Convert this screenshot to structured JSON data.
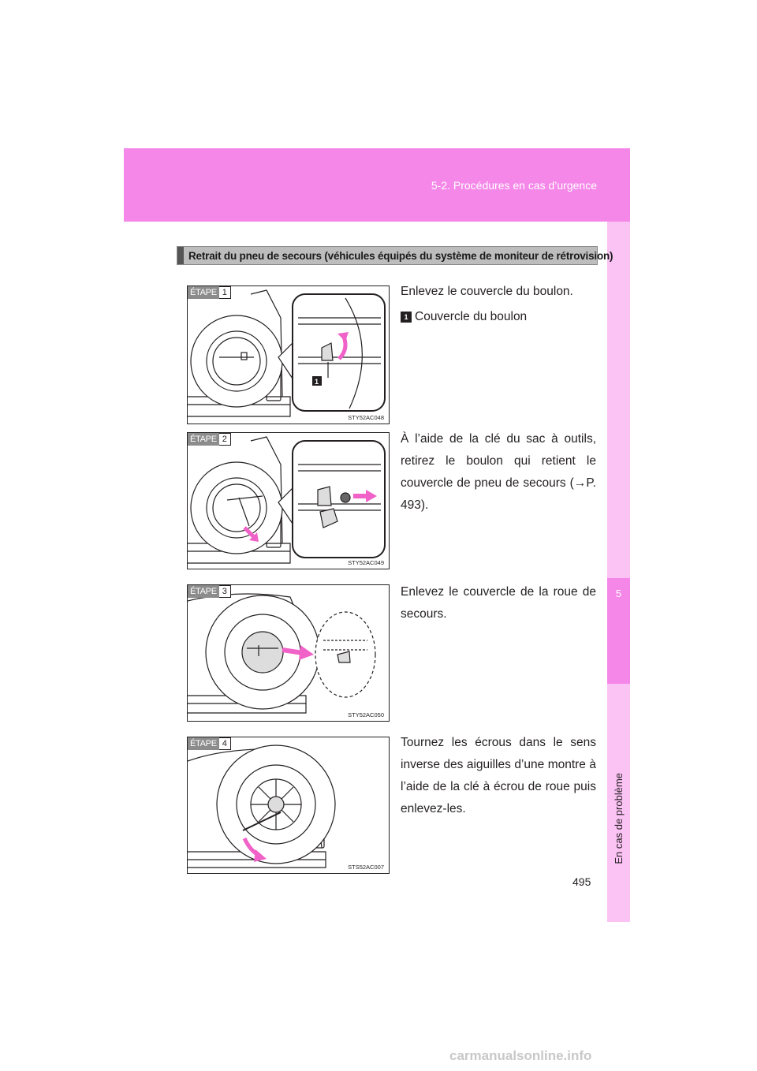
{
  "header": {
    "breadcrumb": "5-2. Procédures en cas d’urgence"
  },
  "side_tab": {
    "number": "5",
    "label": "En cas de problème"
  },
  "section": {
    "title": "Retrait du pneu de secours (véhicules équipés du système de moniteur de rétrovision)"
  },
  "steps": [
    {
      "tag": "ÉTAPE",
      "number": "1",
      "code": "STY52AC048",
      "text": "Enlevez le couvercle du boulon.",
      "callout_badge": "1",
      "callout_text": "Couvercle du boulon"
    },
    {
      "tag": "ÉTAPE",
      "number": "2",
      "code": "STY52AC049",
      "text": "À l’aide de la clé du sac à outils, retirez le boulon qui retient le couvercle de pneu de secours (→P. 493)."
    },
    {
      "tag": "ÉTAPE",
      "number": "3",
      "code": "STY52AC050",
      "text": "Enlevez le couvercle de la roue de secours."
    },
    {
      "tag": "ÉTAPE",
      "number": "4",
      "code": "STS52AC007",
      "text": "Tournez les écrous dans le sens inverse des aiguilles d’une montre à l’aide de la clé à écrou de roue puis enlevez-les."
    }
  ],
  "page_number": "495",
  "watermark": "carmanualsonline.info",
  "colors": {
    "header": "#f587e8",
    "side_tab_light": "#fbc2f4",
    "arrow": "#f062c7"
  }
}
